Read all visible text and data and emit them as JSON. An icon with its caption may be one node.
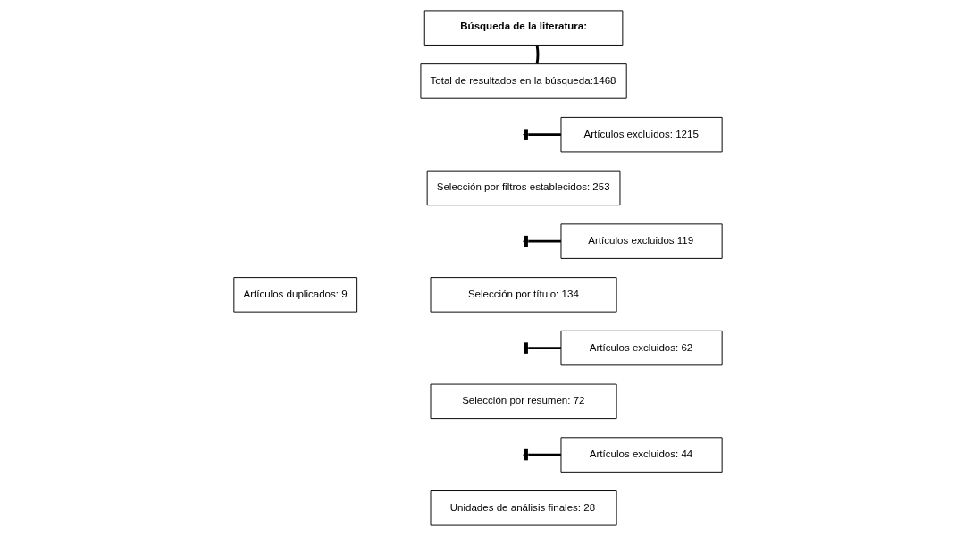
{
  "diagram": {
    "nodes": [
      {
        "text": [
          "Búsqueda de la literatura:"
        ]
      },
      {
        "text": [
          "Total de resultados en la búsqueda:1468"
        ]
      },
      {
        "text": [
          "Artículos excluidos: 1215"
        ]
      },
      {
        "text": [
          "Selección por filtros establecidos: 253"
        ]
      },
      {
        "text": [
          "Artículos excluidos 119"
        ]
      },
      {
        "text": [
          "Selección por título: 134"
        ]
      },
      {
        "text": [
          "Artículos excluidos: 62"
        ]
      },
      {
        "text": [
          "Selección por resumen: 72"
        ]
      },
      {
        "text": [
          "Artículos excluidos: 44"
        ]
      },
      {
        "text": [
          "Unidades de análisis finales: 28"
        ]
      },
      {
        "text": [
          "Artículos duplicados: 9"
        ]
      }
    ],
    "edges": [
      {
        "from": 0,
        "to": 1,
        "arrow": "none"
      },
      {
        "from": 2,
        "to": null,
        "arrow": "to"
      },
      {
        "from": 4,
        "to": null,
        "arrow": "to"
      },
      {
        "from": 6,
        "to": null,
        "arrow": "to"
      },
      {
        "from": 8,
        "to": null,
        "arrow": "to"
      }
    ]
  }
}
